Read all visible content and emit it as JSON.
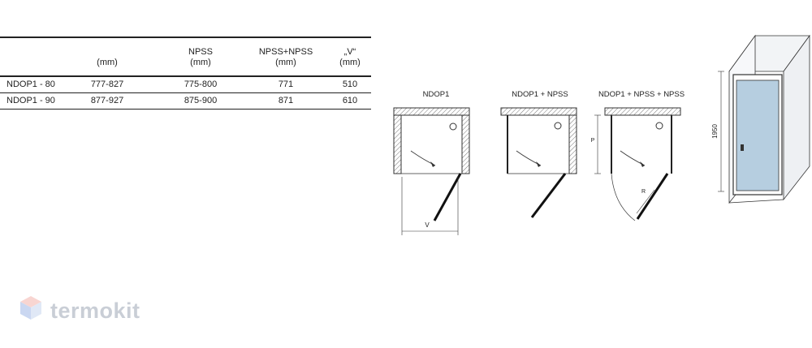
{
  "table": {
    "headers": [
      "",
      "(mm)",
      "NPSS\n(mm)",
      "NPSS+NPSS\n(mm)",
      "„V“\n(mm)"
    ],
    "rows": [
      [
        "NDOP1 - 80",
        "777-827",
        "775-800",
        "771",
        "510"
      ],
      [
        "NDOP1 - 90",
        "877-927",
        "875-900",
        "871",
        "610"
      ]
    ]
  },
  "diagrams": {
    "d1": {
      "title": "NDOP1",
      "dim": "V"
    },
    "d2": {
      "title": "NDOP1 + NPSS",
      "dim": "P"
    },
    "d3": {
      "title": "NDOP1 + NPSS + NPSS",
      "dim": "R"
    },
    "d4": {
      "dim": "1950"
    }
  },
  "logo": {
    "text": "termokit"
  }
}
